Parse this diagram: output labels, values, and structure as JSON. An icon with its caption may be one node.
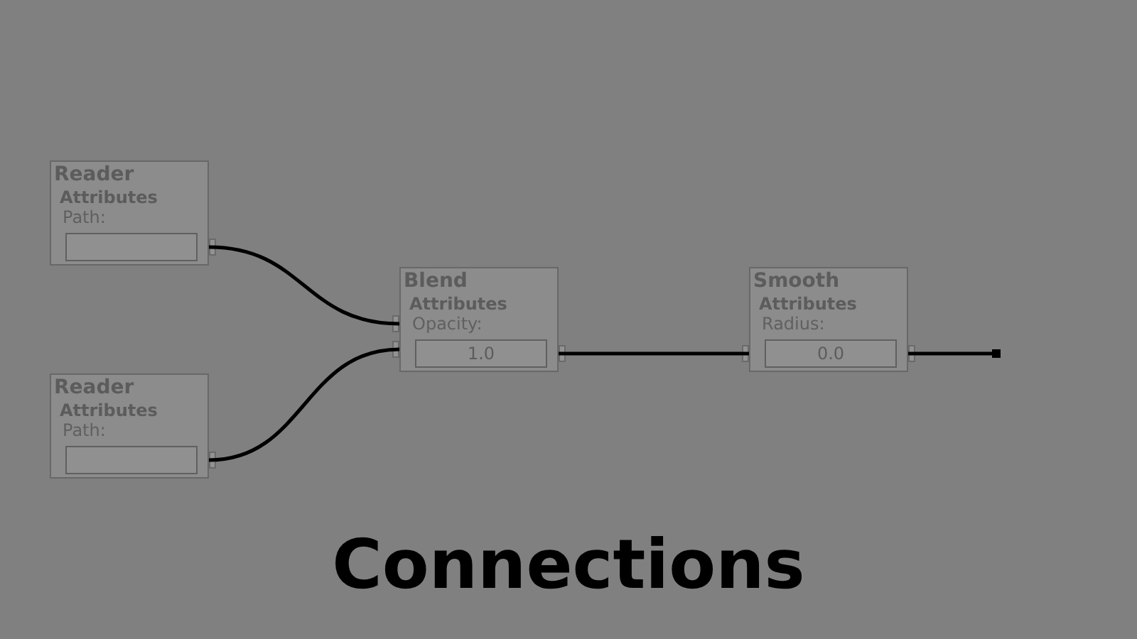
{
  "diagram": {
    "title": "Connections",
    "nodes": [
      {
        "text": [
          "Reader",
          "Attributes",
          "Path:"
        ]
      },
      {
        "text": [
          "Reader",
          "Attributes",
          "Path:"
        ]
      },
      {
        "text": [
          "Blend",
          "Attributes",
          "Opacity:",
          "1.0"
        ]
      },
      {
        "text": [
          "Smooth",
          "Attributes",
          "Radius:",
          "0.0"
        ]
      }
    ],
    "edges": [
      {
        "from": 0,
        "to": 2,
        "arrow": "none"
      },
      {
        "from": 1,
        "to": 2,
        "arrow": "none"
      },
      {
        "from": 2,
        "to": 3,
        "arrow": "none"
      },
      {
        "from": 3,
        "to": null,
        "arrow": "other"
      }
    ]
  }
}
